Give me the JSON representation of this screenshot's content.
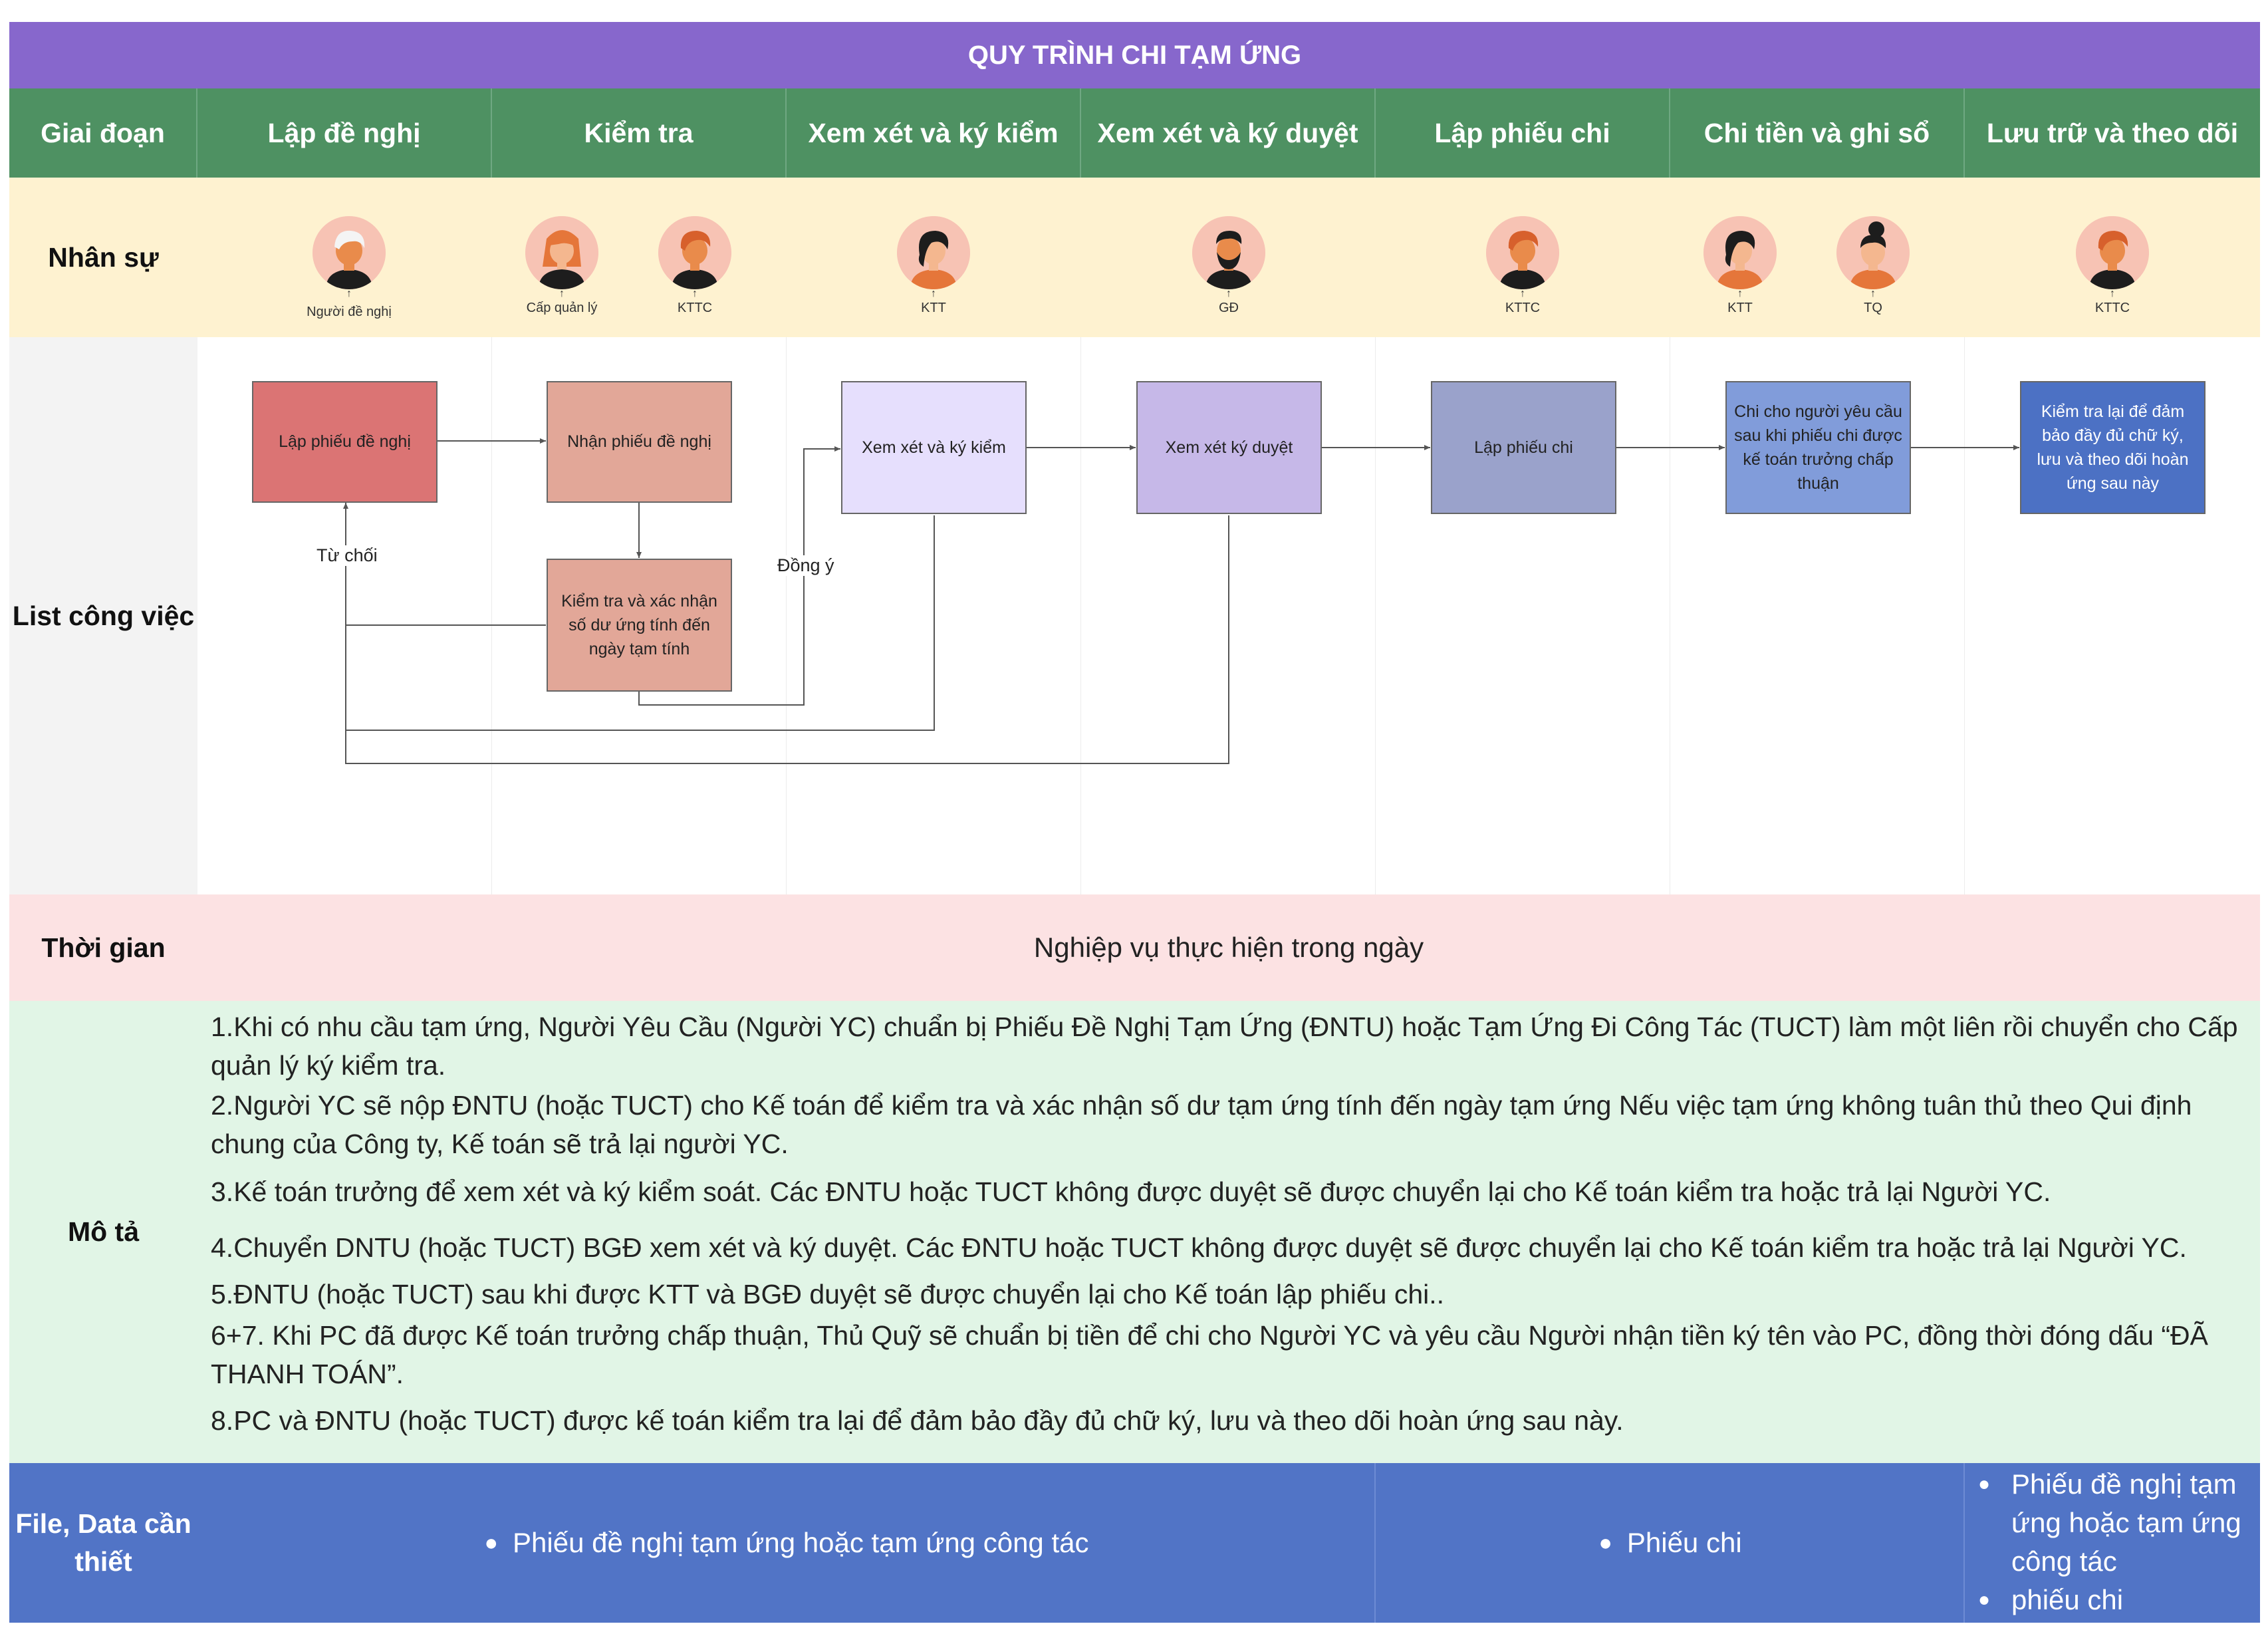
{
  "title": "QUY TRÌNH CHI TẠM ỨNG",
  "header_label": "Giai đoạn",
  "stages": [
    "Lập đề nghị",
    "Kiểm tra",
    "Xem xét và ký kiểm",
    "Xem xét và ký duyệt",
    "Lập phiếu chi",
    "Chi tiền và ghi sổ",
    "Lưu trữ và theo dõi"
  ],
  "row_labels": {
    "staff": "Nhân sự",
    "work": "List công việc",
    "time": "Thời gian",
    "desc": "Mô tả",
    "file": "File, Data cần thiết"
  },
  "staff": [
    {
      "label": "Người đề nghị",
      "icon": "person-white-hair-avatar-icon"
    },
    {
      "label": "Cấp quản lý",
      "icon": "woman-orange-hair-avatar-icon"
    },
    {
      "label": "KTTC",
      "icon": "man-orange-hair-avatar-icon"
    },
    {
      "label": "KTT",
      "icon": "woman-dark-hair-avatar-icon"
    },
    {
      "label": "GĐ",
      "icon": "bearded-man-avatar-icon"
    },
    {
      "label": "KTTC",
      "icon": "man-orange-hair-avatar-icon"
    },
    {
      "label": "KTT",
      "icon": "woman-dark-hair-avatar-icon"
    },
    {
      "label": "TQ",
      "icon": "woman-bun-hair-avatar-icon"
    },
    {
      "label": "KTTC",
      "icon": "man-orange-hair-avatar-icon"
    }
  ],
  "flow": {
    "boxes": [
      {
        "text": "Lập phiếu đề nghị",
        "color": "#DB7474"
      },
      {
        "text": "Nhận phiếu đề nghị",
        "color": "#E2A798"
      },
      {
        "text": "Kiểm tra và xác nhận số dư ứng tính đến ngày tạm tính",
        "color": "#E2A798"
      },
      {
        "text": "Xem xét và ký kiểm",
        "color": "#E6DFFD"
      },
      {
        "text": "Xem xét ký duyệt",
        "color": "#C6B8E8"
      },
      {
        "text": "Lập phiếu chi",
        "color": "#9AA2CB"
      },
      {
        "text": "Chi cho người yêu cầu sau khi phiếu chi được kế toán trưởng chấp thuận",
        "color": "#819CDA"
      },
      {
        "text": "Kiểm tra lại để đảm bảo đầy đủ chữ ký, lưu và theo dõi hoàn ứng sau này",
        "color": "#4C71C4"
      }
    ],
    "reject_label": "Từ chối",
    "agree_label": "Đồng ý"
  },
  "time": "Nghiệp vụ thực hiện trong ngày",
  "description": [
    "1.Khi có nhu cầu tạm ứng, Người Yêu Cầu (Người YC) chuẩn bị Phiếu Đề Nghị Tạm Ứng (ĐNTU) hoặc Tạm Ứng Đi Công Tác (TUCT) làm một liên rồi chuyển cho Cấp quản lý ký kiểm tra.",
    "2.Người YC sẽ nộp ĐNTU (hoặc TUCT) cho Kế toán để kiểm tra và xác nhận số dư tạm ứng tính đến ngày tạm ứng Nếu việc tạm ứng không tuân thủ theo Qui định chung của Công ty, Kế toán sẽ trả lại người YC.",
    " 3.Kế toán trưởng để xem xét và ký kiểm soát. Các ĐNTU hoặc TUCT không được duyệt sẽ được chuyển lại cho Kế toán kiểm tra hoặc trả lại Người YC.",
    "4.Chuyển DNTU (hoặc TUCT) BGĐ xem xét và ký duyệt. Các ĐNTU hoặc TUCT không được duyệt sẽ được chuyển lại cho Kế toán kiểm tra hoặc trả lại Người YC.",
    "5.ĐNTU (hoặc TUCT) sau khi được KTT và BGĐ duyệt sẽ được chuyển lại cho Kế toán lập phiếu chi..",
    "6+7. Khi PC đã được Kế toán trưởng chấp thuận, Thủ Quỹ sẽ chuẩn bị tiền để chi cho Người YC và yêu cầu Người nhận tiền ký tên vào PC, đồng thời đóng dấu “ĐÃ THANH TOÁN”.",
    "8.PC và ĐNTU (hoặc TUCT) được kế toán kiểm tra lại để đảm bảo đầy đủ chữ ký, lưu và theo dõi hoàn ứng sau này."
  ],
  "files": {
    "group1": "Phiếu đề nghị tạm ứng hoặc tạm ứng công tác",
    "group2": "Phiếu chi",
    "group3": [
      "Phiếu đề nghị tạm ứng hoặc tạm ứng công tác",
      "phiếu chi"
    ]
  },
  "colors": {
    "title": "#8767CC",
    "stage": "#4E9162",
    "staff": "#FEF2D0",
    "time": "#FCE2E3",
    "desc": "#E1F5E6",
    "file": "#5174C6"
  }
}
